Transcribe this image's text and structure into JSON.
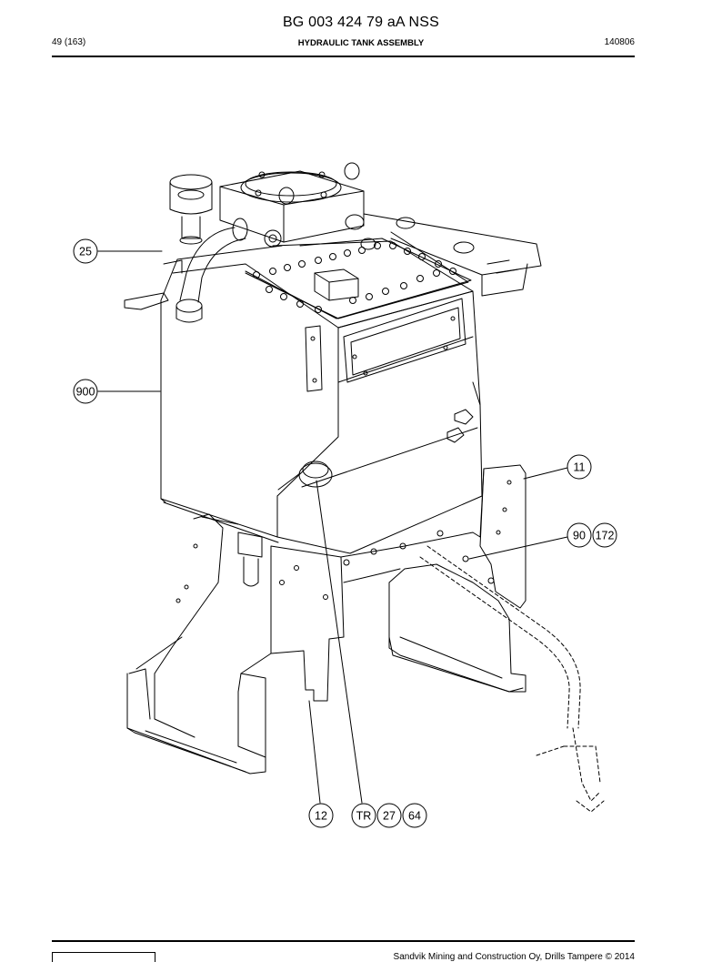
{
  "header": {
    "doc_number": "BG 003 424 79 aA NSS",
    "page": "49 (163)",
    "title": "HYDRAULIC TANK ASSEMBLY",
    "date_code": "140806"
  },
  "callouts": {
    "c25": "25",
    "c900": "900",
    "c11": "11",
    "c90": "90",
    "c172": "172",
    "c12": "12",
    "cTR": "TR",
    "c27": "27",
    "c64": "64"
  },
  "footer": {
    "copyright": "Sandvik Mining and Construction Oy, Drills Tampere © 2014"
  }
}
